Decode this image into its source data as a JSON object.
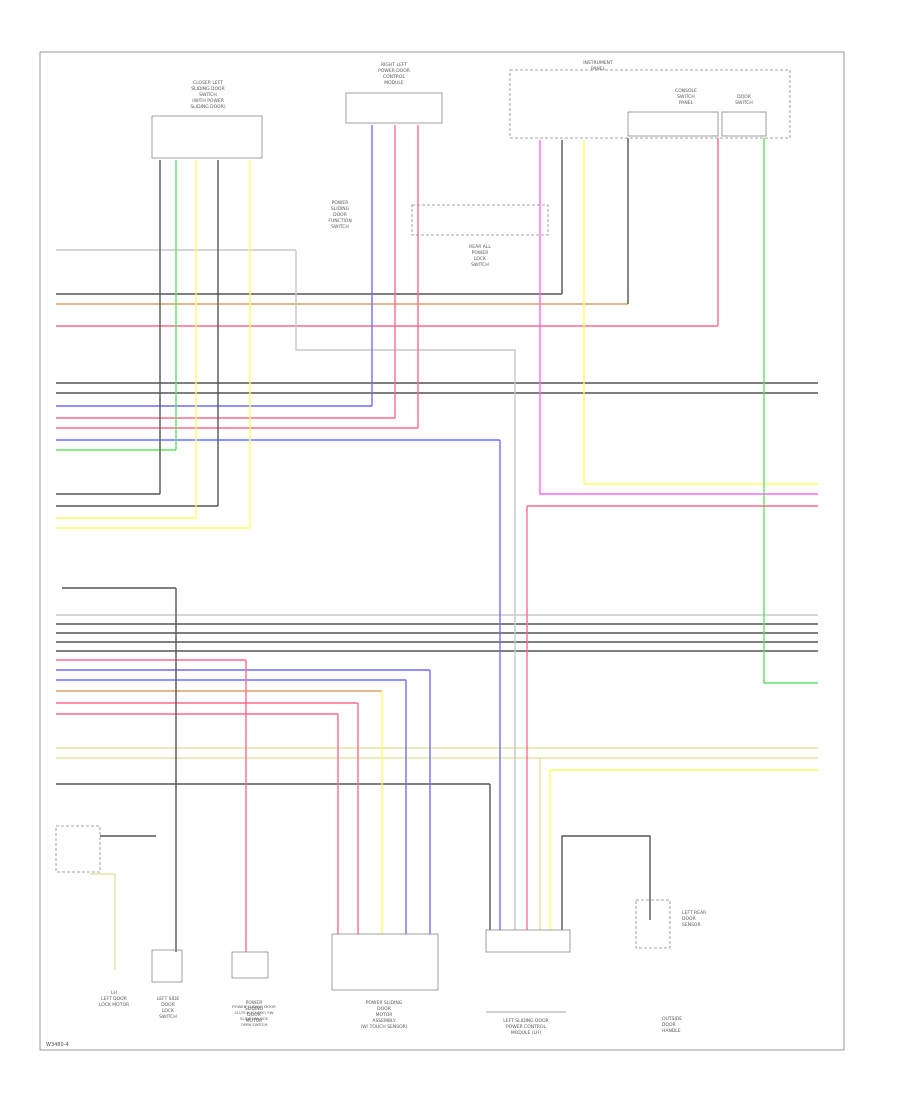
{
  "diagram": {
    "footer_id": "W3480-4",
    "colors": {
      "gray": "#8a8a8a",
      "green": "#66e066",
      "yellow": "#ffff66",
      "red": "#ff6b8a",
      "blue": "#6f6fff",
      "magenta": "#ff66ff",
      "orange": "#d9a066",
      "tan": "#e8e0a8",
      "light": "#c8c8c8",
      "lime": "#99ff99",
      "dark": "#555555"
    },
    "components": {
      "left_door_top": [
        "CLOSER LEFT",
        "SLIDING DOOR",
        "SWITCH",
        "(WITH POWER",
        "SLIDING DOOR)"
      ],
      "center_top": [
        "RIGHT LEFT",
        "POWER DOOR",
        "CONTROL",
        "MODULE"
      ],
      "right_top": [
        "INSTRUMENT",
        "PANEL"
      ],
      "right_top_sub1": [
        "CONSOLE",
        "SWITCH",
        "PANEL"
      ],
      "right_top_sub2": [
        "DOOR",
        "SWITCH"
      ],
      "center_note": [
        "POWER",
        "SLIDING",
        "DOOR",
        "FUNCTION",
        "SWITCH"
      ],
      "center_mid": [
        "REAR ALL",
        "POWER",
        "LOCK",
        "SWITCH"
      ],
      "bot_left1": [
        "LH",
        "LEFT DOOR",
        "LOCK MOTOR"
      ],
      "bot_left2": [
        "LEFT SIDE",
        "DOOR",
        "LOCK",
        "SWITCH"
      ],
      "bot_left3": [
        "POWER",
        "SLIDING",
        "DOOR",
        "MOTOR"
      ],
      "bot_mid1": [
        "POWER SLIDING DOOR",
        "CLUTCH (CLOSE) SW",
        "SLIDE UNLOCK",
        "OPEN SWITCH"
      ],
      "bot_mid2": [
        "POWER SLIDING",
        "DOOR",
        "MOTOR",
        "ASSEMBLY",
        "(W/ TOUCH SENSOR)"
      ],
      "bot_right1": [
        "LEFT SLIDING DOOR",
        "POWER CONTROL",
        "MODULE (LH)"
      ],
      "bot_right2": [
        "LEFT REAR",
        "DOOR",
        "SENSOR"
      ],
      "bot_right3": [
        "OUTSIDE",
        "DOOR",
        "HANDLE"
      ]
    }
  }
}
